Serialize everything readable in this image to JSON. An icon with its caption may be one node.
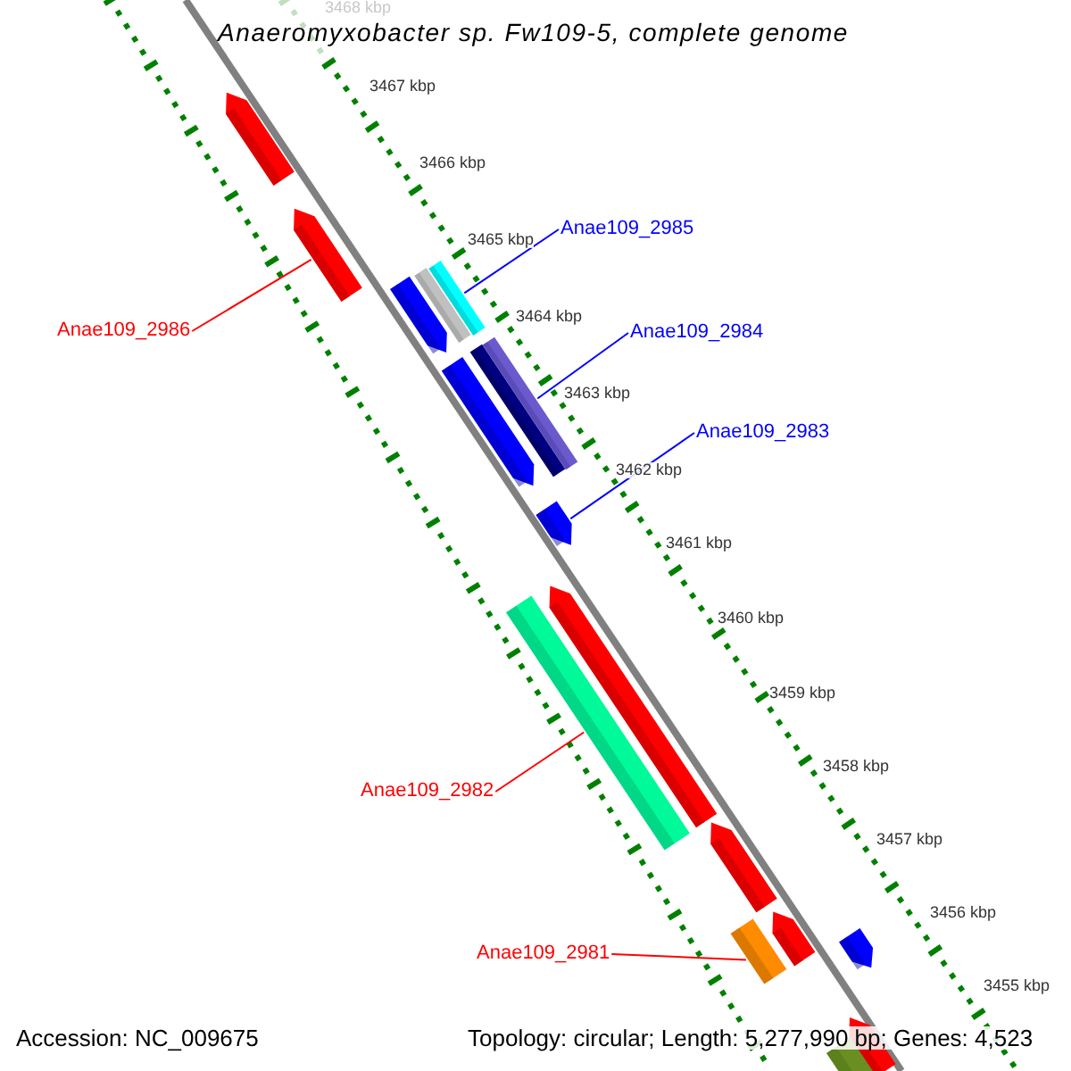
{
  "diagram": {
    "title": "Anaeromyxobacter sp. Fw109-5, complete genome",
    "nodes": [
      {
        "text": [],
        "shape": "bar"
      },
      {
        "text": [
          "Anae109_2985"
        ]
      },
      {
        "text": [],
        "shape": "bar"
      },
      {
        "text": [],
        "shape": "bar"
      },
      {
        "text": [],
        "shape": "bar"
      },
      {
        "text": [],
        "shape": "bar"
      },
      {
        "text": [
          "Anae109_2986"
        ]
      },
      {
        "text": [
          "Anae109_2984"
        ]
      },
      {
        "text": [],
        "shape": "bar"
      },
      {
        "text": [],
        "shape": "bar"
      },
      {
        "text": [],
        "shape": "bar"
      },
      {
        "text": [
          "Anae109_2983"
        ]
      },
      {
        "text": [],
        "shape": "bar"
      },
      {
        "text": [],
        "shape": "bar"
      },
      {
        "text": [],
        "shape": "bar"
      },
      {
        "text": [
          "Anae109_2982"
        ]
      },
      {
        "text": [],
        "shape": "bar"
      },
      {
        "text": [],
        "shape": "bar"
      },
      {
        "text": [],
        "shape": "bar"
      },
      {
        "text": [],
        "shape": "bar"
      },
      {
        "text": [
          "Anae109_2981"
        ]
      },
      {
        "text": [],
        "shape": "bar"
      },
      {
        "text": [],
        "shape": "bar"
      }
    ],
    "edges": [
      {
        "from": 1,
        "to": 3,
        "arrow": "none",
        "color": "#0000ff"
      },
      {
        "from": 6,
        "to": 2,
        "arrow": "none",
        "color": "#ff0000"
      },
      {
        "from": 7,
        "to": 8,
        "arrow": "none",
        "color": "#0000ff"
      },
      {
        "from": 11,
        "to": 12,
        "arrow": "none",
        "color": "#0000ff"
      },
      {
        "from": 15,
        "to": 14,
        "arrow": "none",
        "color": "#ff0000"
      },
      {
        "from": 20,
        "to": 18,
        "arrow": "none",
        "color": "#ff0000"
      }
    ],
    "labels": [
      "3468 kbp",
      "3467 kbp",
      "3466 kbp",
      "3465 kbp",
      "3464 kbp",
      "3463 kbp",
      "3462 kbp",
      "3461 kbp",
      "3460 kbp",
      "3459 kbp",
      "3458 kbp",
      "3457 kbp",
      "3456 kbp",
      "3455 kbp",
      "Accession: NC_009675",
      "Topology: circular; Length: 5,277,990 bp; Genes: 4,523"
    ]
  }
}
